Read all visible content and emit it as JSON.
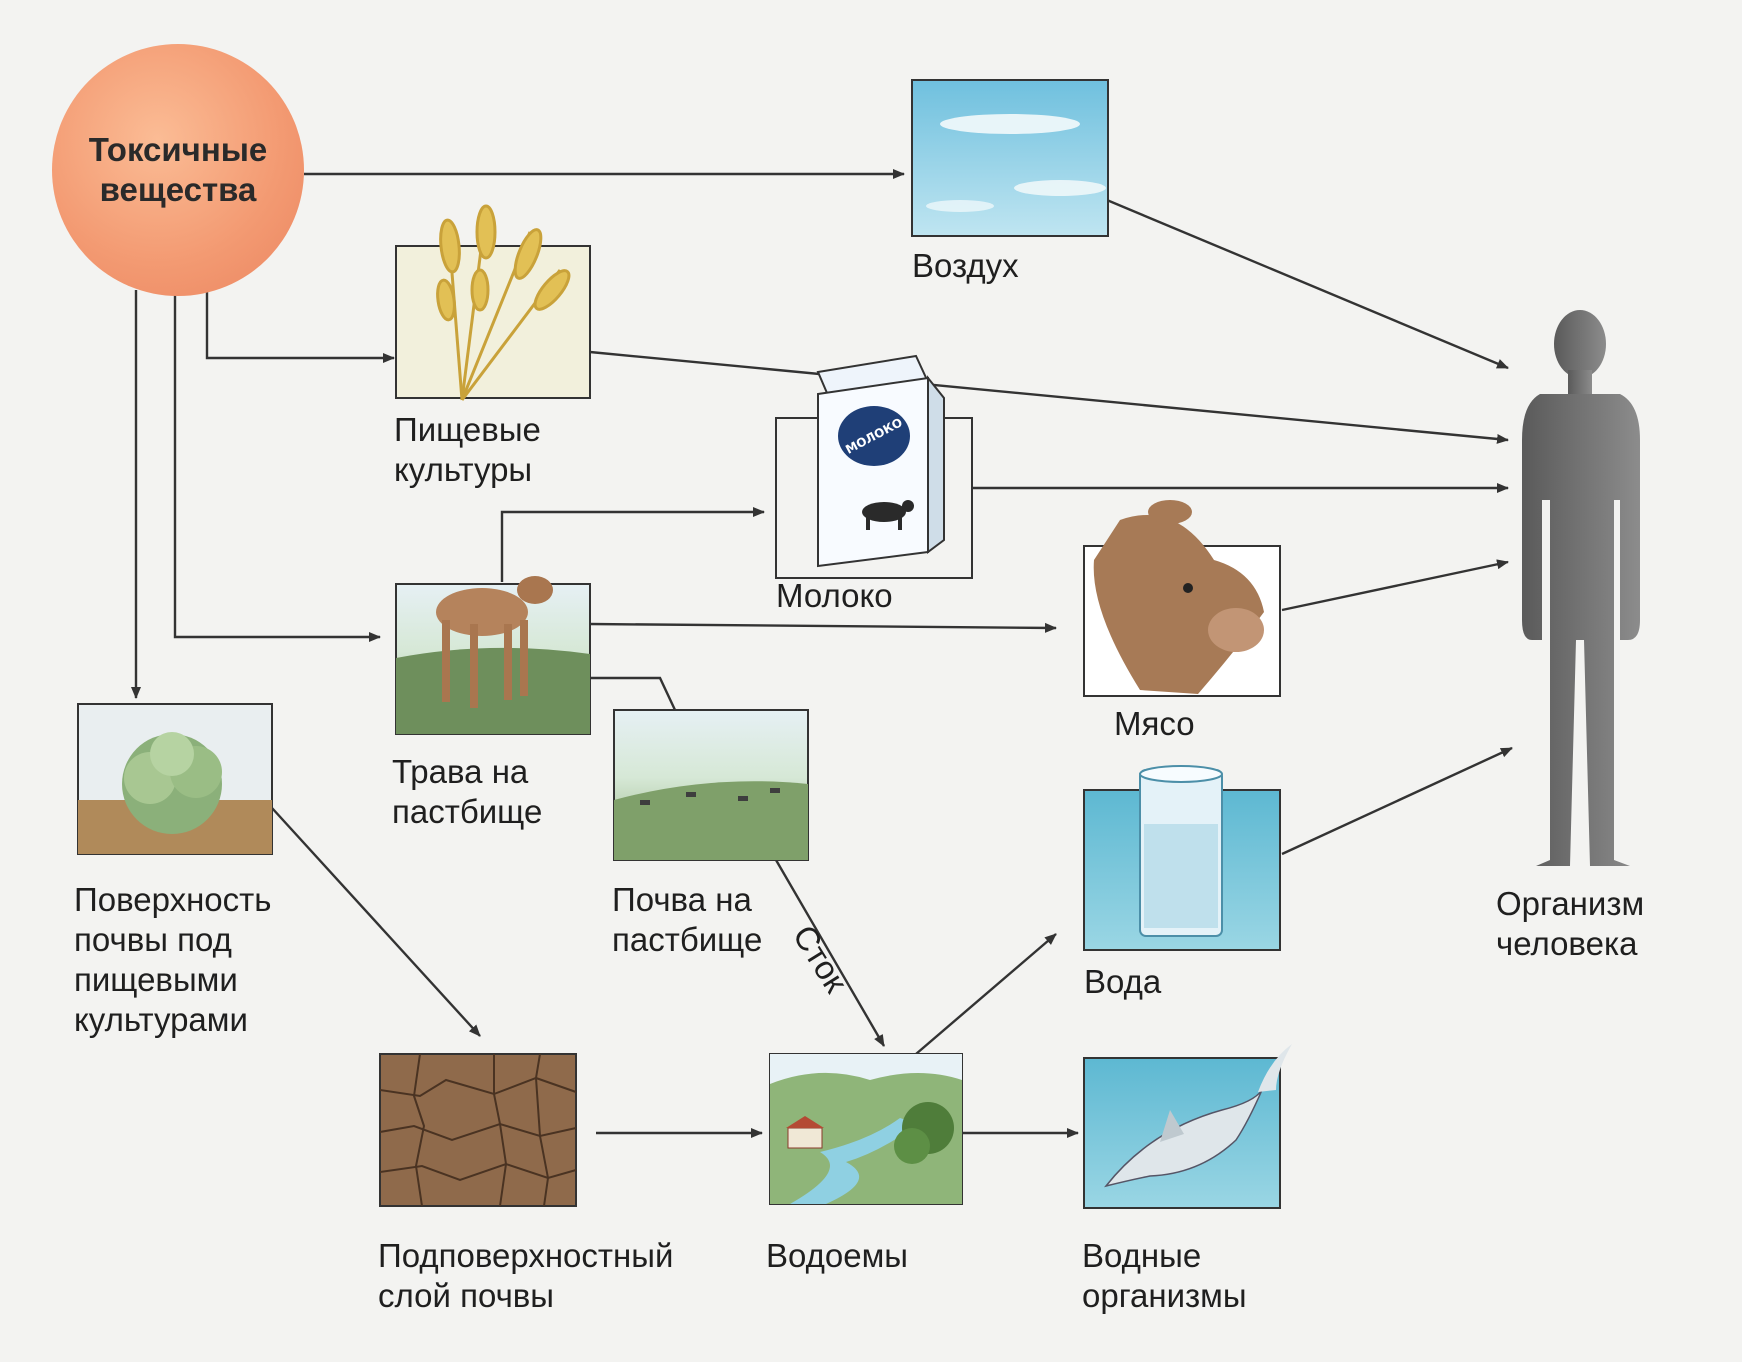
{
  "labels": {
    "toxic": "Токсичные\nвещества",
    "air": "Воздух",
    "crops": "Пищевые\nкультуры",
    "milk": "Молоко",
    "grass": "Трава на\nпастбище",
    "meat": "Мясо",
    "soil_surface": "Поверхность\nпочвы под\nпищевыми\nкультурами",
    "pasture_soil": "Почва на\nпастбище",
    "runoff": "Сток",
    "water": "Вода",
    "human": "Организм\nчеловека",
    "subsoil": "Подповерхностный\nслой почвы",
    "waterbodies": "Водоемы",
    "aquatic": "Водные\nорганизмы",
    "milk_carton_text": "МОЛОКО"
  },
  "colors": {
    "toxic_circle": "#f39a72",
    "arrow": "#333333",
    "sky": "#7fc8df",
    "water": "#74c6d8"
  }
}
